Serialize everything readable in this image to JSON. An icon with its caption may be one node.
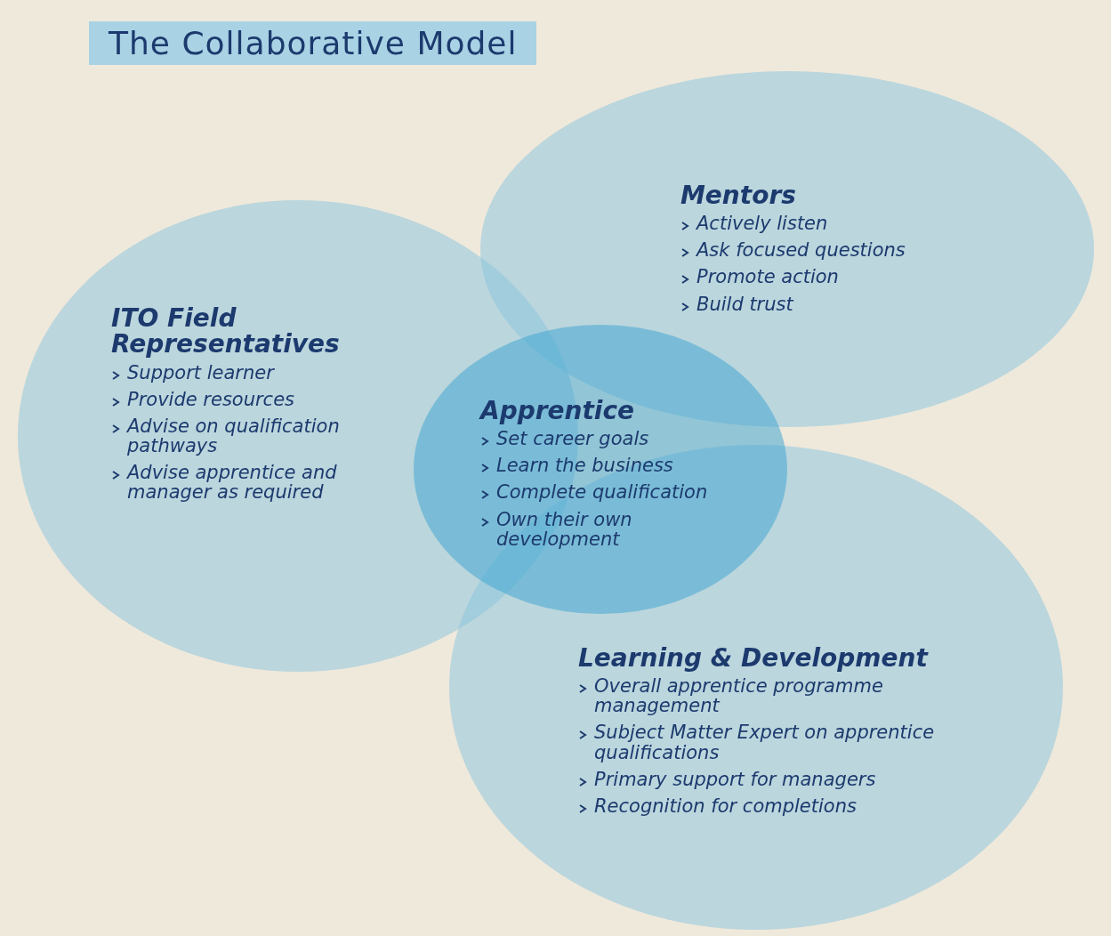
{
  "diagram": {
    "title": "The Collaborative Model",
    "nodes": [
      {
        "text": [
          "ITO Field Representatives",
          "Support learner",
          "Provide resources",
          "Advise on qualification pathways",
          "Advise apprentice and manager as required"
        ]
      },
      {
        "text": [
          "Mentors",
          "Actively listen",
          "Ask focused questions",
          "Promote action",
          "Build trust"
        ]
      },
      {
        "text": [
          "Learning & Development",
          "Overall apprentice programme management",
          "Subject Matter Expert on apprentice qualifications",
          "Primary support for managers",
          "Recognition for completions"
        ]
      },
      {
        "text": [
          "Apprentice",
          "Set career goals",
          "Learn the business",
          "Complete qualification",
          "Own their own development"
        ]
      }
    ]
  }
}
